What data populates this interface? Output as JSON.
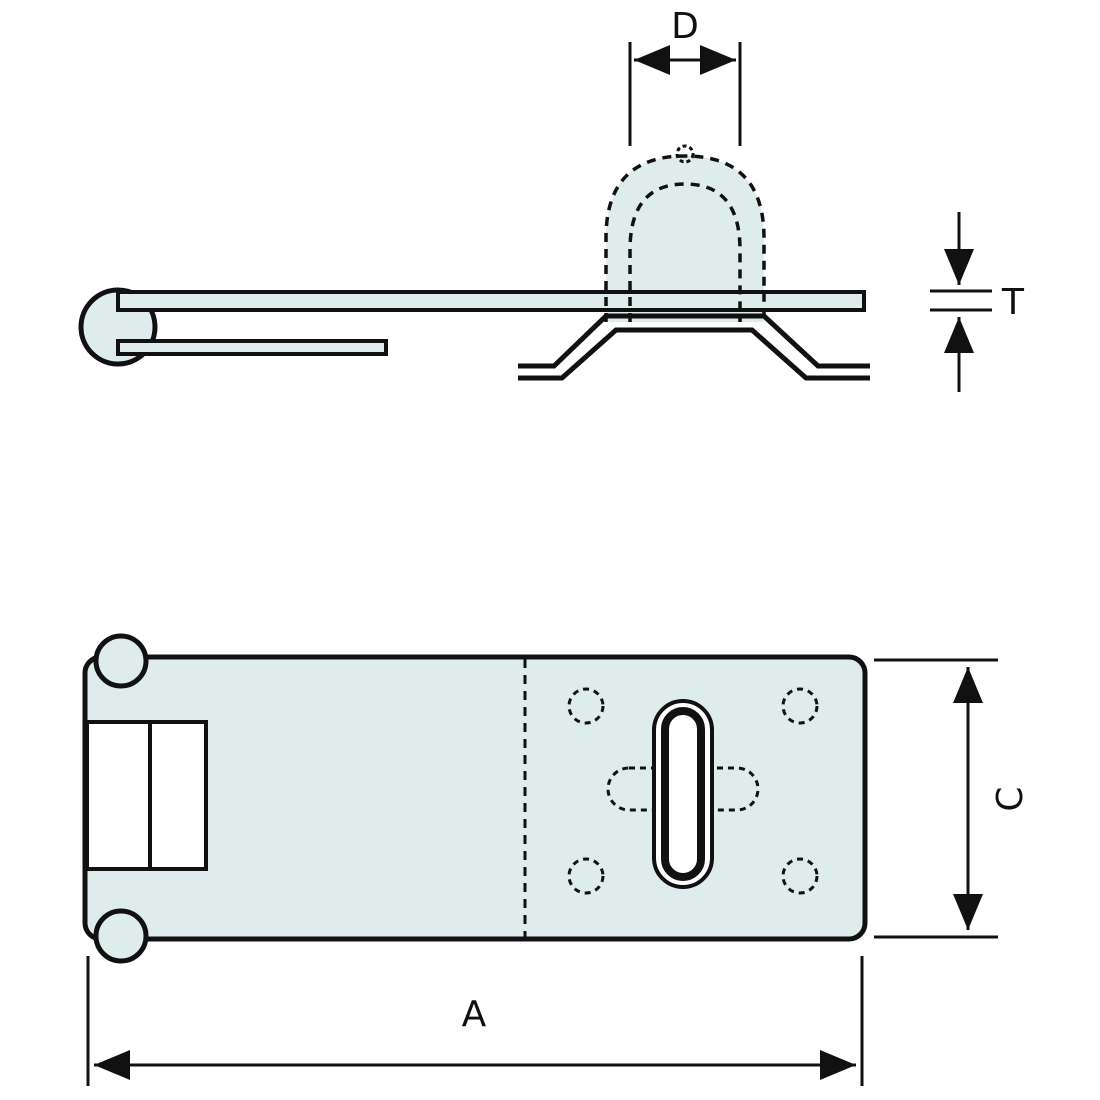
{
  "drawing": {
    "name": "hasp-staple-technical-drawing",
    "colors": {
      "fill": "#dfecec",
      "line": "#111111",
      "background": "#ffffff"
    },
    "dimension_labels": {
      "d": "D",
      "t": "T",
      "a": "A",
      "c": "C"
    }
  }
}
